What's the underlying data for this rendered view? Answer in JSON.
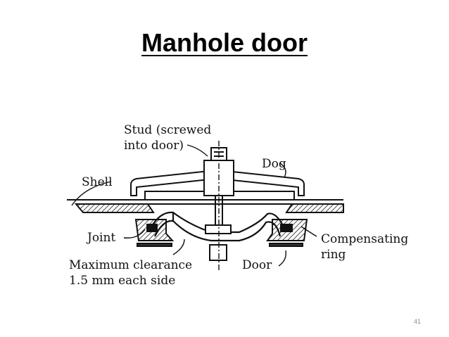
{
  "slide": {
    "title": "Manhole door",
    "page_number": "41"
  },
  "diagram": {
    "labels": {
      "stud_line1": "Stud (screwed",
      "stud_line2": "into door)",
      "dog": "Dog",
      "shell": "Shell",
      "joint": "Joint",
      "compensating_line1": "Compensating",
      "compensating_line2": "ring",
      "max_clearance_line1": "Maximum clearance",
      "max_clearance_line2": "1.5 mm each side",
      "door": "Door"
    },
    "colors": {
      "ink": "#111111",
      "hatch": "#222222"
    }
  }
}
